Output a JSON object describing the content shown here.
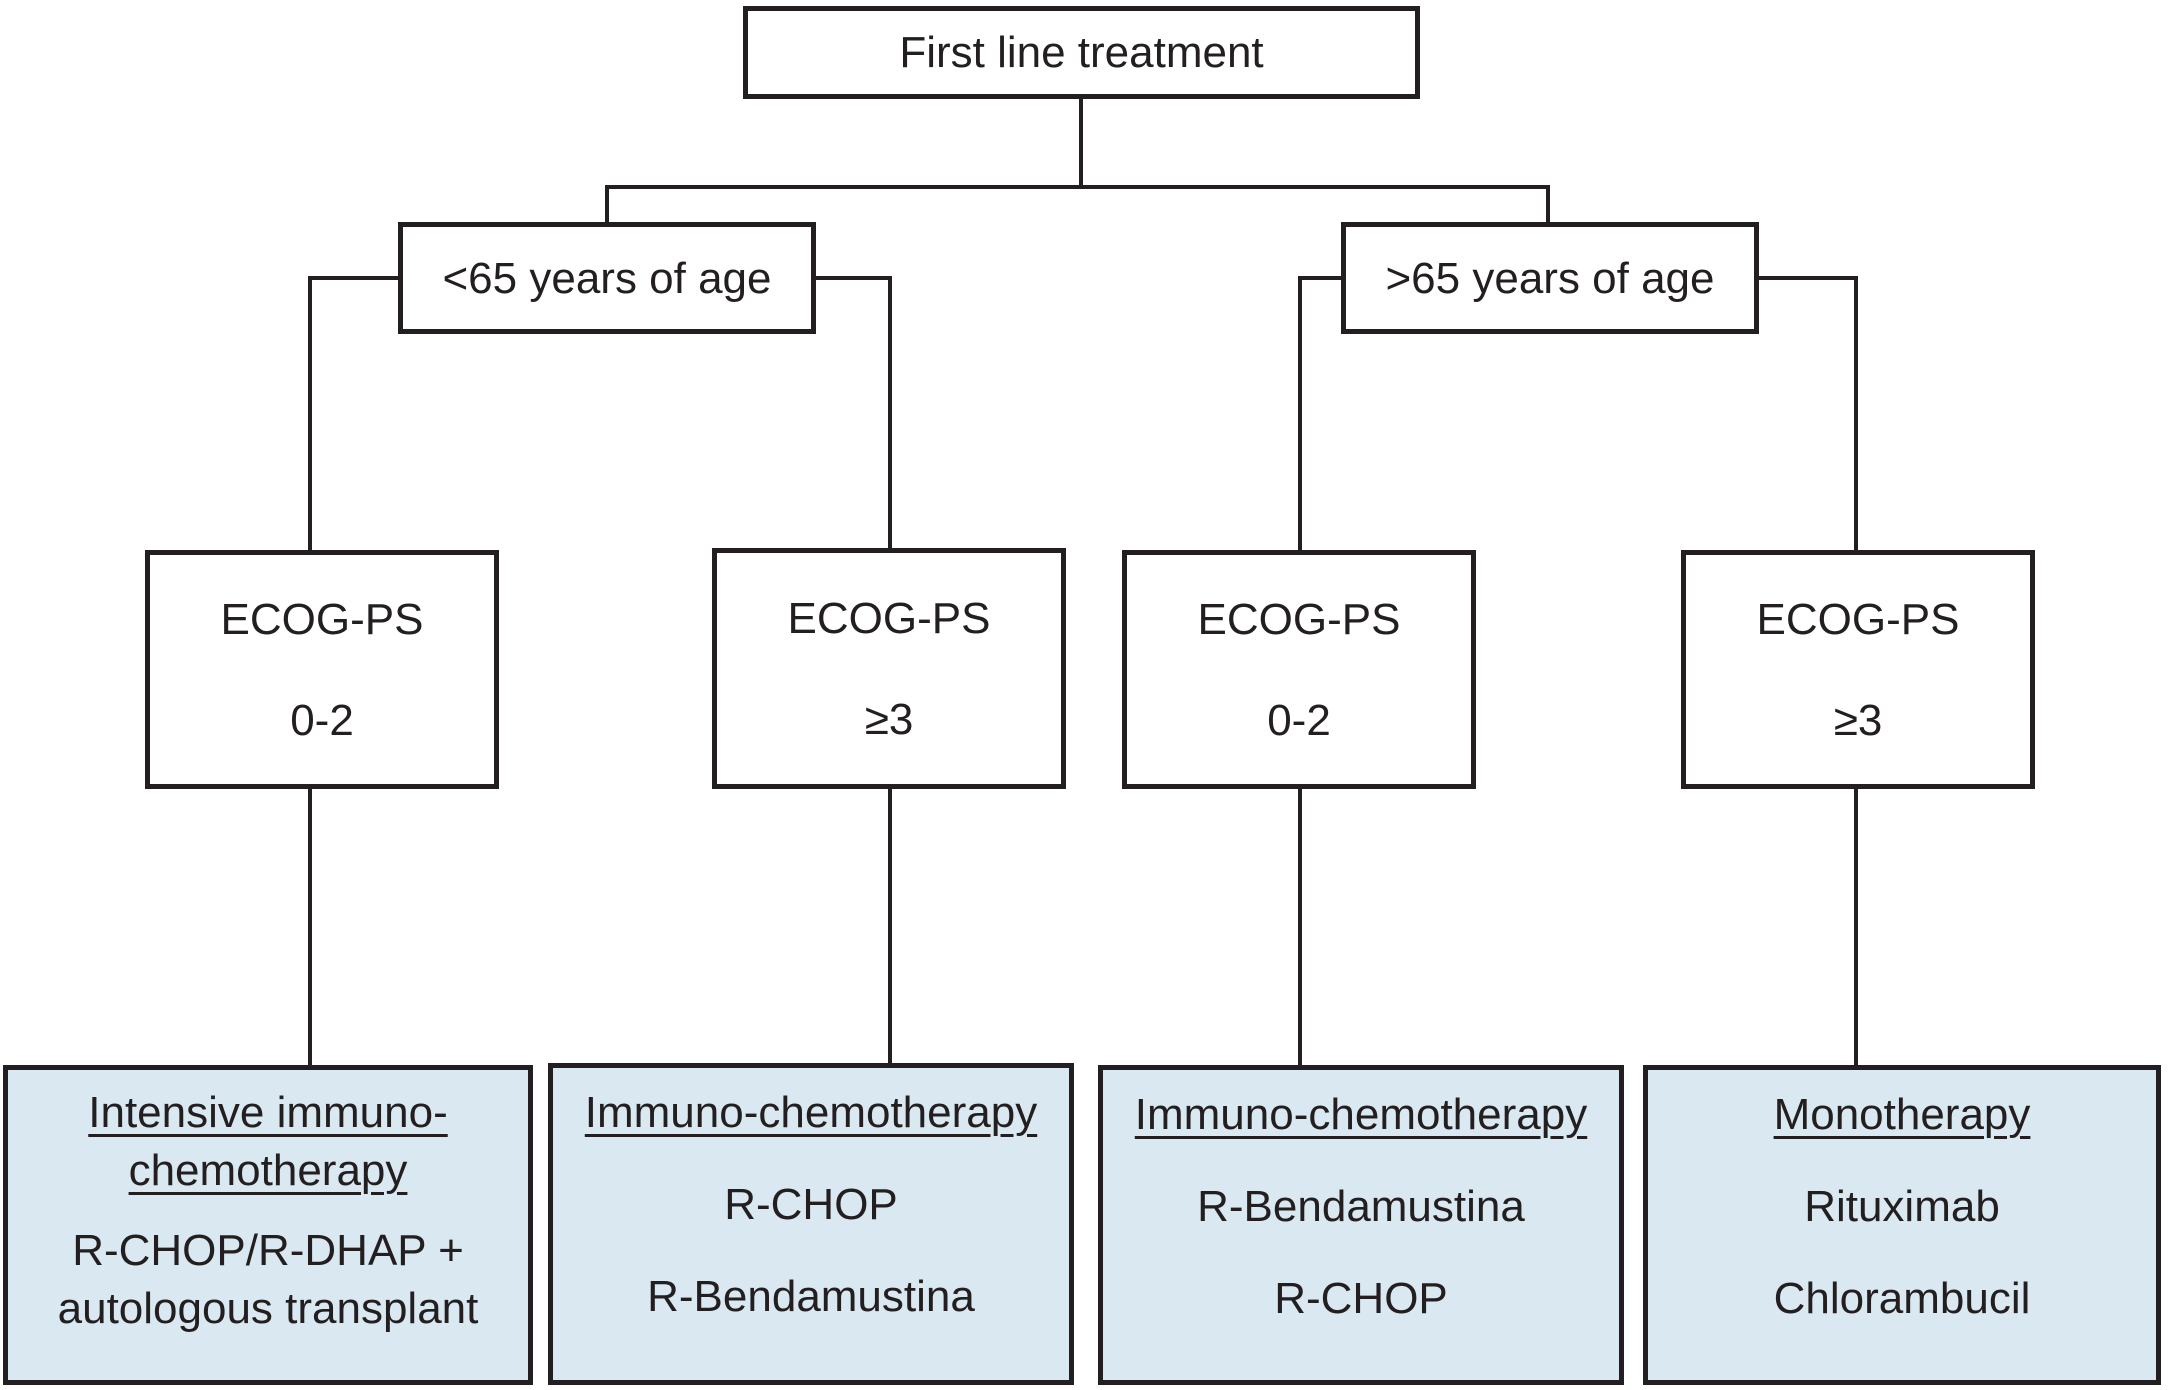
{
  "figure": {
    "root": {
      "label": "First line treatment"
    },
    "age_branches": [
      {
        "label": "<65 years of age"
      },
      {
        "label": ">65 years of age"
      }
    ],
    "ecog_nodes": [
      {
        "title": "ECOG-PS",
        "value": "0-2"
      },
      {
        "title": "ECOG-PS",
        "value": "≥3"
      },
      {
        "title": "ECOG-PS",
        "value": "0-2"
      },
      {
        "title": "ECOG-PS",
        "value": "≥3"
      }
    ],
    "treatment_nodes": [
      {
        "category": "Intensive immuno-chemotherapy",
        "regimen": "R-CHOP/R-DHAP + autologous transplant"
      },
      {
        "category": "Immuno-chemotherapy",
        "option1": "R-CHOP",
        "option2": "R-Bendamustina"
      },
      {
        "category": "Immuno-chemotherapy",
        "option1": "R-Bendamustina",
        "option2": "R-CHOP"
      },
      {
        "category": "Monotherapy",
        "option1": "Rituximab",
        "option2": "Chlorambucil"
      }
    ],
    "colors": {
      "line": "#231f20",
      "text": "#231f20",
      "decision_fill": "#ffffff",
      "treatment_fill": "#d9e8f1"
    }
  }
}
